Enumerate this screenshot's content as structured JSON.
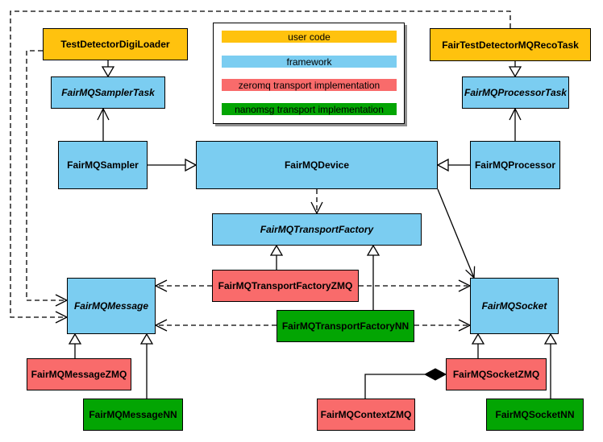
{
  "colors": {
    "user_code": "#FFC20E",
    "framework": "#7BCDF1",
    "zeromq": "#F96B6B",
    "nanomsg": "#03A503",
    "node_border": "#000000",
    "canvas_background": "#FFFFFF",
    "legend_shadow": "#8F8F8F"
  },
  "legend": {
    "items": [
      {
        "label": "user code",
        "category": "user_code"
      },
      {
        "label": "framework",
        "category": "framework"
      },
      {
        "label": "zeromq transport implementation",
        "category": "zeromq"
      },
      {
        "label": "nanomsg transport implementation",
        "category": "nanomsg"
      }
    ]
  },
  "nodes": {
    "testDetectorDigiLoader": {
      "label": "TestDetectorDigiLoader",
      "category": "user_code",
      "abstract": false
    },
    "fairTestDetectorMQRecoTask": {
      "label": "FairTestDetectorMQRecoTask",
      "category": "user_code",
      "abstract": false
    },
    "fairMQSamplerTask": {
      "label": "FairMQSamplerTask",
      "category": "framework",
      "abstract": true
    },
    "fairMQProcessorTask": {
      "label": "FairMQProcessorTask",
      "category": "framework",
      "abstract": true
    },
    "fairMQSampler": {
      "label": "FairMQSampler",
      "category": "framework",
      "abstract": false
    },
    "fairMQDevice": {
      "label": "FairMQDevice",
      "category": "framework",
      "abstract": false
    },
    "fairMQProcessor": {
      "label": "FairMQProcessor",
      "category": "framework",
      "abstract": false
    },
    "fairMQTransportFactory": {
      "label": "FairMQTransportFactory",
      "category": "framework",
      "abstract": true
    },
    "fairMQTransportFactoryZMQ": {
      "label": "FairMQTransportFactoryZMQ",
      "category": "zeromq",
      "abstract": false
    },
    "fairMQTransportFactoryNN": {
      "label": "FairMQTransportFactoryNN",
      "category": "nanomsg",
      "abstract": false
    },
    "fairMQMessage": {
      "label": "FairMQMessage",
      "category": "framework",
      "abstract": true
    },
    "fairMQSocket": {
      "label": "FairMQSocket",
      "category": "framework",
      "abstract": true
    },
    "fairMQMessageZMQ": {
      "label": "FairMQMessageZMQ",
      "category": "zeromq",
      "abstract": false
    },
    "fairMQMessageNN": {
      "label": "FairMQMessageNN",
      "category": "nanomsg",
      "abstract": false
    },
    "fairMQSocketZMQ": {
      "label": "FairMQSocketZMQ",
      "category": "zeromq",
      "abstract": false
    },
    "fairMQSocketNN": {
      "label": "FairMQSocketNN",
      "category": "nanomsg",
      "abstract": false
    },
    "fairMQContextZMQ": {
      "label": "FairMQContextZMQ",
      "category": "zeromq",
      "abstract": false
    }
  },
  "edges": [
    {
      "from": "TestDetectorDigiLoader",
      "to": "FairMQSamplerTask",
      "type": "inheritance"
    },
    {
      "from": "FairTestDetectorMQRecoTask",
      "to": "FairMQProcessorTask",
      "type": "inheritance"
    },
    {
      "from": "FairMQSampler",
      "to": "FairMQDevice",
      "type": "inheritance"
    },
    {
      "from": "FairMQProcessor",
      "to": "FairMQDevice",
      "type": "inheritance"
    },
    {
      "from": "FairMQSampler",
      "to": "FairMQSamplerTask",
      "type": "association"
    },
    {
      "from": "FairMQProcessor",
      "to": "FairMQProcessorTask",
      "type": "association"
    },
    {
      "from": "FairMQDevice",
      "to": "FairMQTransportFactory",
      "type": "dependency"
    },
    {
      "from": "FairMQDevice",
      "to": "FairMQSocket",
      "type": "association"
    },
    {
      "from": "FairMQTransportFactoryZMQ",
      "to": "FairMQTransportFactory",
      "type": "inheritance"
    },
    {
      "from": "FairMQTransportFactoryNN",
      "to": "FairMQTransportFactory",
      "type": "inheritance"
    },
    {
      "from": "FairMQTransportFactoryZMQ",
      "to": "FairMQMessage",
      "type": "dependency"
    },
    {
      "from": "FairMQTransportFactoryZMQ",
      "to": "FairMQSocket",
      "type": "dependency"
    },
    {
      "from": "FairMQTransportFactoryNN",
      "to": "FairMQMessage",
      "type": "dependency"
    },
    {
      "from": "FairMQTransportFactoryNN",
      "to": "FairMQSocket",
      "type": "dependency"
    },
    {
      "from": "TestDetectorDigiLoader",
      "to": "FairMQMessage",
      "type": "dependency"
    },
    {
      "from": "FairTestDetectorMQRecoTask",
      "to": "FairMQMessage",
      "type": "dependency"
    },
    {
      "from": "FairMQMessageZMQ",
      "to": "FairMQMessage",
      "type": "inheritance"
    },
    {
      "from": "FairMQMessageNN",
      "to": "FairMQMessage",
      "type": "inheritance"
    },
    {
      "from": "FairMQSocketZMQ",
      "to": "FairMQSocket",
      "type": "inheritance"
    },
    {
      "from": "FairMQSocketNN",
      "to": "FairMQSocket",
      "type": "inheritance"
    },
    {
      "from": "FairMQContextZMQ",
      "to": "FairMQSocketZMQ",
      "type": "composition"
    }
  ]
}
